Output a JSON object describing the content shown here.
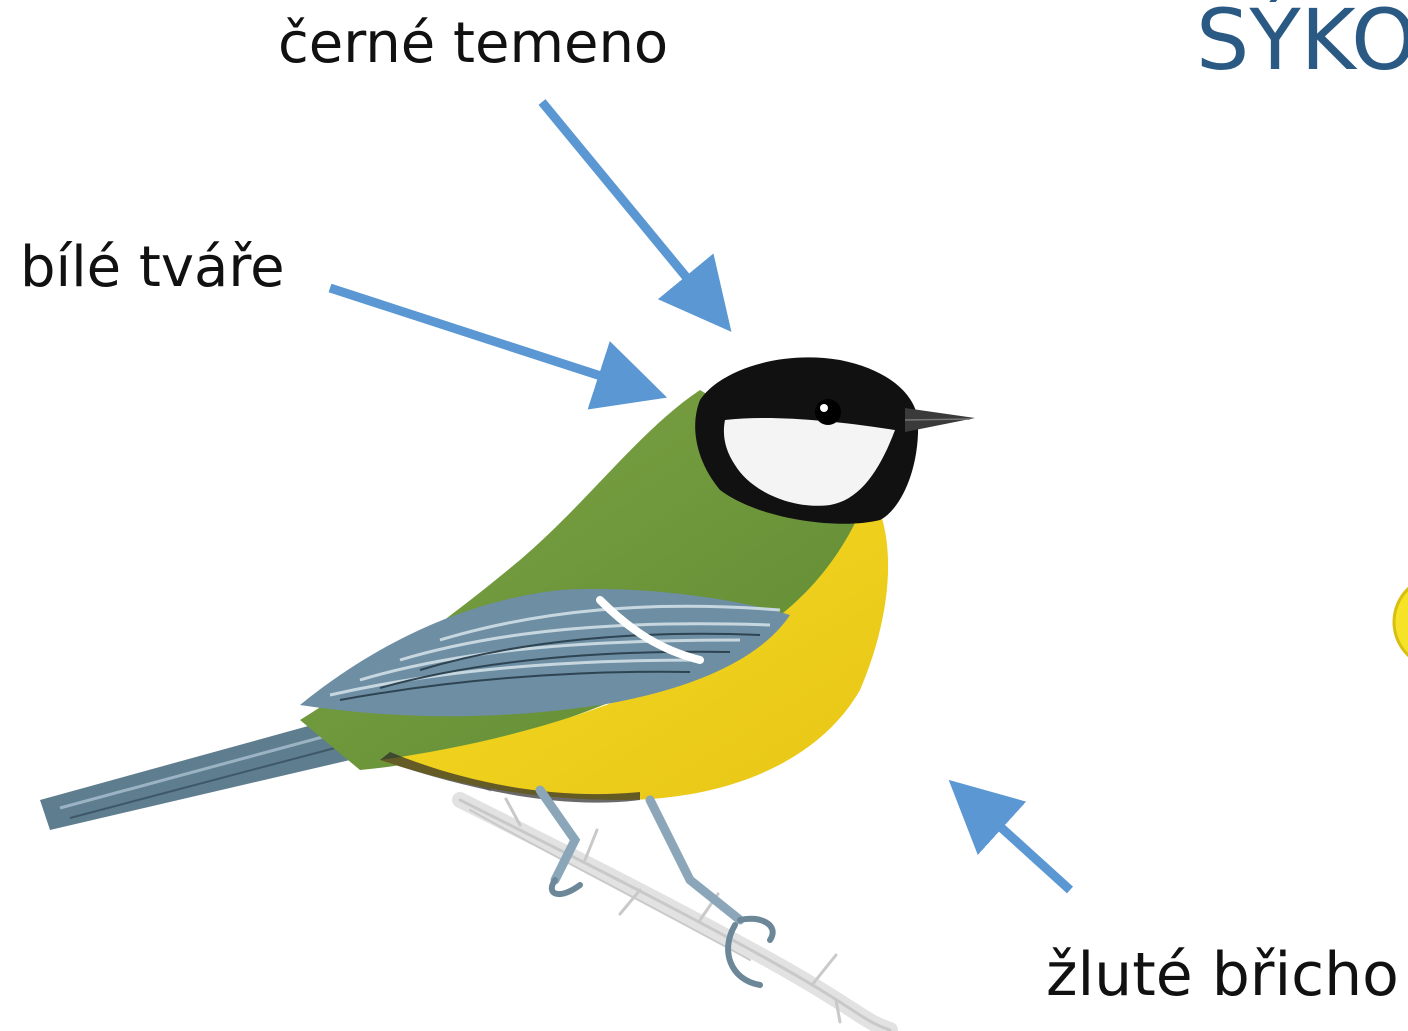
{
  "title": {
    "text": "SÝKO",
    "color": "#2a5a84"
  },
  "labels": {
    "crown": "černé temeno",
    "cheeks": "bílé tváře",
    "belly": "žluté břicho"
  },
  "colors": {
    "arrow": "#5b97d3",
    "green_back": "#6f9a3b",
    "yellow_belly": "#f2d21c",
    "black_head": "#111111",
    "wing_blue": "#6d8ea3",
    "branch": "#c8c8c8"
  },
  "icons": {
    "bird": "great-tit-illustration",
    "branch": "thorny-branch",
    "edge_decoration": "yellow-circle-partial"
  }
}
